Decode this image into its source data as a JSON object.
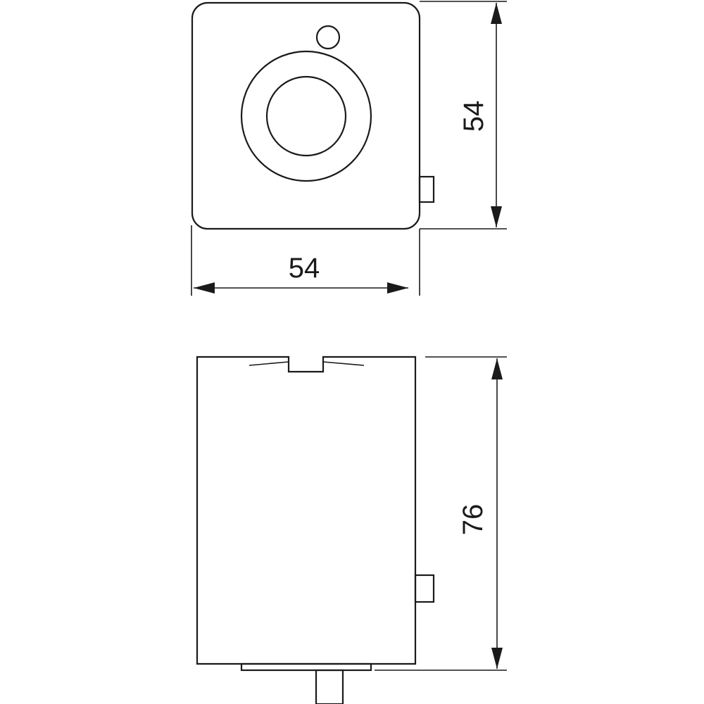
{
  "top_view": {
    "width_dimension": "54",
    "height_dimension": "54"
  },
  "side_view": {
    "height_dimension": "76"
  },
  "colors": {
    "line": "#1a1a1a",
    "background": "#ffffff"
  }
}
